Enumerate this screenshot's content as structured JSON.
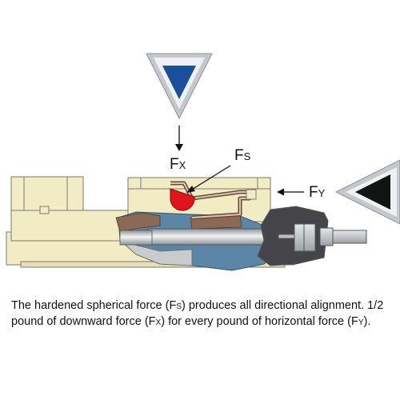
{
  "labels": {
    "fx": {
      "main": "F",
      "sub": "X"
    },
    "fs": {
      "main": "F",
      "sub": "S"
    },
    "fy": {
      "main": "F",
      "sub": "Y"
    }
  },
  "caption": {
    "p1": "The hardened spherical force (F",
    "s1": "S",
    "p2": ") produces all directional alignment. 1/2 pound of downward force (F",
    "s2": "X",
    "p3": ") for every pound of horizontal force (F",
    "s3": "Y",
    "p4": ")."
  },
  "icons": {
    "top": "down-triangle-icon",
    "right": "left-triangle-icon"
  },
  "colors": {
    "vise_body": "#f1ecc4",
    "outline": "#7a7a68",
    "blue_triangle": "#1a4f9c",
    "sphere_red": "#e0141b",
    "cutaway_blue": "#5b86a8",
    "cutaway_brown": "#8a6a55"
  }
}
